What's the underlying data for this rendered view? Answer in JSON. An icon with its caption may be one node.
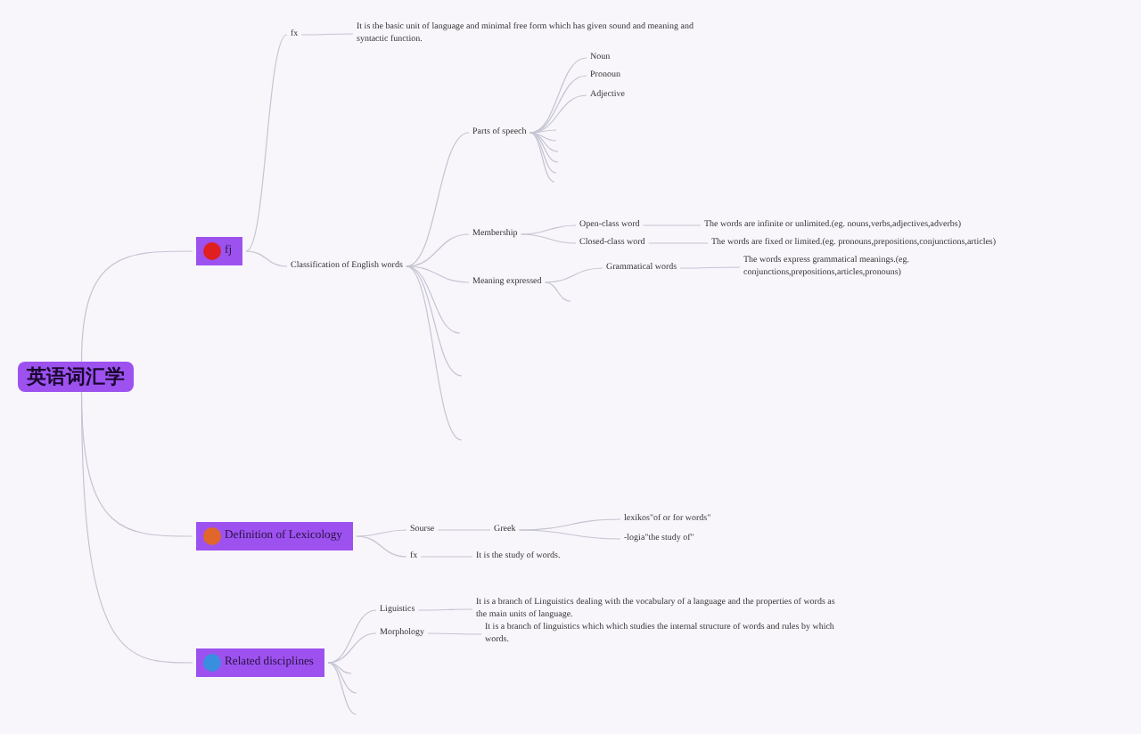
{
  "diagram": {
    "nodes": [
      {
        "text": [
          "英语词汇学"
        ]
      },
      {
        "text": [
          "fj"
        ]
      },
      {
        "text": [
          "fx"
        ]
      },
      {
        "text": [
          "It is the basic unit of language and minimal free form which has given sound and meaning and syntactic function."
        ]
      },
      {
        "text": [
          "Classification of English words"
        ]
      },
      {
        "text": [
          "Parts of speech"
        ]
      },
      {
        "text": [
          "Noun"
        ]
      },
      {
        "text": [
          "Pronoun"
        ]
      },
      {
        "text": [
          "Adjective"
        ]
      },
      {
        "text": [
          "Membership"
        ]
      },
      {
        "text": [
          "Open-class word"
        ]
      },
      {
        "text": [
          "The words are infinite or unlimited.(eg. nouns,verbs,adjectives,adverbs)"
        ]
      },
      {
        "text": [
          "Closed-class word"
        ]
      },
      {
        "text": [
          "The words are fixed or limited.(eg. pronouns,prepositions,conjunctions,articles)"
        ]
      },
      {
        "text": [
          "Meaning expressed"
        ]
      },
      {
        "text": [
          "Grammatical words"
        ]
      },
      {
        "text": [
          "The words express grammatical meanings.(eg. conjunctions,prepositions,articles,pronouns)"
        ]
      },
      {
        "text": [
          "Definition of Lexicology"
        ]
      },
      {
        "text": [
          "Sourse"
        ]
      },
      {
        "text": [
          "Greek"
        ]
      },
      {
        "text": [
          "lexikos\"of or for words\""
        ]
      },
      {
        "text": [
          "-logia\"the study of\""
        ]
      },
      {
        "text": [
          "fx"
        ]
      },
      {
        "text": [
          "It is the study of words."
        ]
      },
      {
        "text": [
          "Related disciplines"
        ]
      },
      {
        "text": [
          "Liguistics"
        ]
      },
      {
        "text": [
          "It is a branch of Linguistics dealing with the vocabulary of a language and the properties of words as the main units of language."
        ]
      },
      {
        "text": [
          "Morphology"
        ]
      },
      {
        "text": [
          "It is a branch of linguistics which which studies the internal structure of words and rules by which words."
        ]
      }
    ],
    "edges": [
      {
        "from": 0,
        "to": 1,
        "arrow": "none"
      },
      {
        "from": 1,
        "to": 2,
        "arrow": "none"
      },
      {
        "from": 2,
        "to": 3,
        "arrow": "none"
      },
      {
        "from": 1,
        "to": 4,
        "arrow": "none"
      },
      {
        "from": 4,
        "to": 5,
        "arrow": "none"
      },
      {
        "from": 5,
        "to": 6,
        "arrow": "none"
      },
      {
        "from": 5,
        "to": 7,
        "arrow": "none"
      },
      {
        "from": 5,
        "to": 8,
        "arrow": "none"
      },
      {
        "from": 5,
        "to": null,
        "arrow": "none"
      },
      {
        "from": 5,
        "to": null,
        "arrow": "none"
      },
      {
        "from": 5,
        "to": null,
        "arrow": "none"
      },
      {
        "from": 5,
        "to": null,
        "arrow": "none"
      },
      {
        "from": 5,
        "to": null,
        "arrow": "none"
      },
      {
        "from": 5,
        "to": null,
        "arrow": "none"
      },
      {
        "from": 4,
        "to": 9,
        "arrow": "none"
      },
      {
        "from": 9,
        "to": 10,
        "arrow": "none"
      },
      {
        "from": 10,
        "to": 11,
        "arrow": "none"
      },
      {
        "from": 9,
        "to": 12,
        "arrow": "none"
      },
      {
        "from": 12,
        "to": 13,
        "arrow": "none"
      },
      {
        "from": 4,
        "to": 14,
        "arrow": "none"
      },
      {
        "from": 14,
        "to": 15,
        "arrow": "none"
      },
      {
        "from": 15,
        "to": 16,
        "arrow": "none"
      },
      {
        "from": 14,
        "to": null,
        "arrow": "none"
      },
      {
        "from": 4,
        "to": null,
        "arrow": "none"
      },
      {
        "from": 4,
        "to": null,
        "arrow": "none"
      },
      {
        "from": 4,
        "to": null,
        "arrow": "none"
      },
      {
        "from": 0,
        "to": 17,
        "arrow": "none"
      },
      {
        "from": 17,
        "to": 18,
        "arrow": "none"
      },
      {
        "from": 18,
        "to": 19,
        "arrow": "none"
      },
      {
        "from": 19,
        "to": 20,
        "arrow": "none"
      },
      {
        "from": 19,
        "to": 21,
        "arrow": "none"
      },
      {
        "from": 17,
        "to": 22,
        "arrow": "none"
      },
      {
        "from": 22,
        "to": 23,
        "arrow": "none"
      },
      {
        "from": 0,
        "to": 24,
        "arrow": "none"
      },
      {
        "from": 24,
        "to": 25,
        "arrow": "none"
      },
      {
        "from": 25,
        "to": 26,
        "arrow": "none"
      },
      {
        "from": 24,
        "to": 27,
        "arrow": "none"
      },
      {
        "from": 27,
        "to": 28,
        "arrow": "none"
      },
      {
        "from": 24,
        "to": null,
        "arrow": "none"
      },
      {
        "from": 24,
        "to": null,
        "arrow": "none"
      },
      {
        "from": 24,
        "to": null,
        "arrow": "none"
      }
    ]
  }
}
